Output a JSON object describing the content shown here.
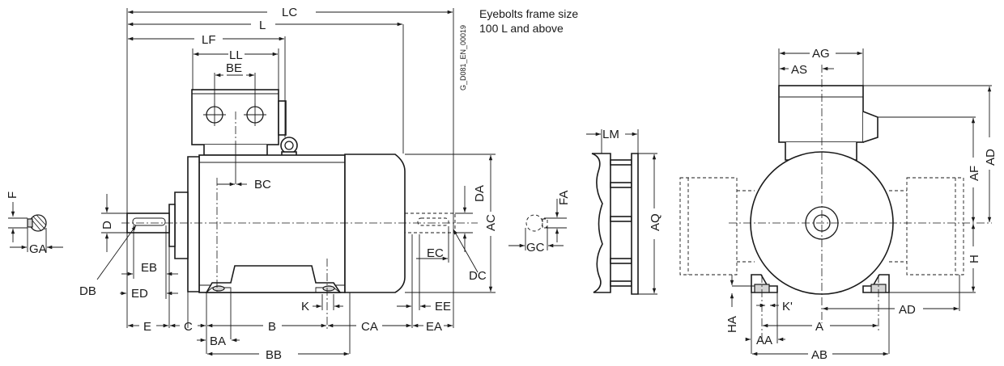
{
  "note": {
    "line1": "Eyebolts frame size",
    "line2": "100 L and above"
  },
  "drawing_code": "G_D081_EN_00019",
  "labels": {
    "LC": "LC",
    "L": "L",
    "LF": "LF",
    "LL": "LL",
    "BE": "BE",
    "BC": "BC",
    "D": "D",
    "DB": "DB",
    "EB": "EB",
    "ED": "ED",
    "E": "E",
    "C": "C",
    "BA": "BA",
    "B": "B",
    "BB": "BB",
    "K": "K",
    "CA": "CA",
    "EA": "EA",
    "EE": "EE",
    "EC": "EC",
    "DC": "DC",
    "DA": "DA",
    "AC": "AC",
    "FA": "FA",
    "GC": "GC",
    "F": "F",
    "GA": "GA",
    "LM": "LM",
    "AQ": "AQ",
    "AG": "AG",
    "AS": "AS",
    "AF": "AF",
    "AD": "AD",
    "H": "H",
    "HA": "HA",
    "K_prime": "K'",
    "A": "A",
    "AA": "AA",
    "AB": "AB",
    "AD_bottom": "AD"
  }
}
